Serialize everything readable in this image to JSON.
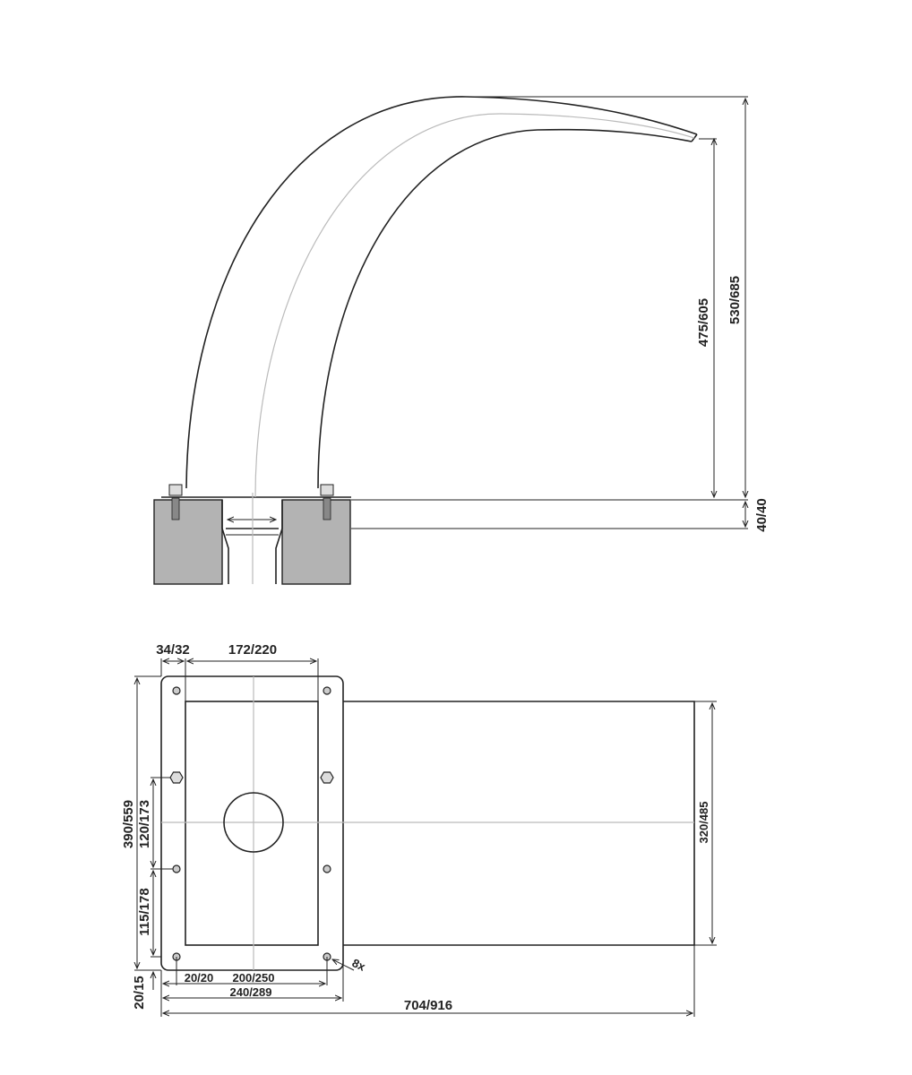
{
  "side_view": {
    "dims": {
      "spout_height": "475/605",
      "total_height": "530/685",
      "base_height": "40/40"
    }
  },
  "top_view": {
    "dims": {
      "flange_width": "34/32",
      "inner_width": "172/220",
      "plate_length": "390/559",
      "hole_spacing_upper": "120/173",
      "hole_spacing_lower": "115/178",
      "edge_offset_y": "20/15",
      "edge_offset_x": "20/20",
      "hole_spacing_x": "200/250",
      "plate_width": "240/289",
      "total_length": "704/916",
      "trough_width": "320/485",
      "hole_count": "8x"
    }
  }
}
